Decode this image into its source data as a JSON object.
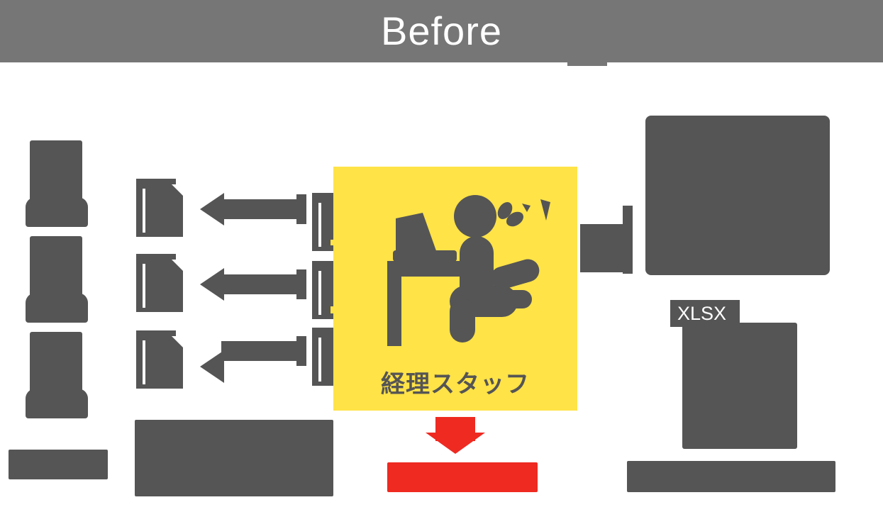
{
  "header": {
    "title": "Before",
    "bg_color": "#767676",
    "text_color": "#ffffff"
  },
  "colors": {
    "gray": "#555555",
    "header_gray": "#767676",
    "yellow": "#ffe347",
    "red": "#ee2a21",
    "white": "#ffffff"
  },
  "left_column": {
    "people_count": 3,
    "people": [
      {
        "name": "person-silhouette-1"
      },
      {
        "name": "person-silhouette-2"
      },
      {
        "name": "person-silhouette-3"
      }
    ],
    "label": ""
  },
  "flow_rows": [
    {
      "target_doc": "document-icon",
      "arrow": "arrow-left",
      "source_doc": "document-icon"
    },
    {
      "target_doc": "document-icon",
      "arrow": "arrow-left",
      "source_doc": "document-chart-icon"
    },
    {
      "target_doc": "document-icon",
      "arrow": "arrow-left",
      "source_doc": "document-icon"
    }
  ],
  "center_panel": {
    "caption": "経理スタッフ",
    "bg_color": "#ffe347",
    "illustration": "stressed-office-worker-at-desk"
  },
  "bottom_center": {
    "arrow": "red-down-arrow",
    "label": "",
    "color": "#ee2a21"
  },
  "bottom_left": {
    "label": ""
  },
  "right_column": {
    "top_block_label": "",
    "file_badge": "XLSX",
    "file_body_label": "",
    "bottom_label": ""
  }
}
